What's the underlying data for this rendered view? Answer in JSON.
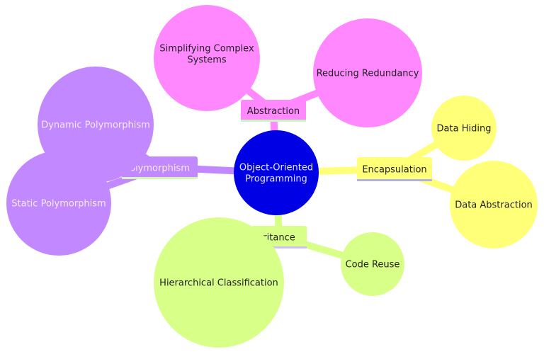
{
  "diagram": {
    "type": "mindmap",
    "root": {
      "label_lines": [
        "Object-Oriented",
        "Programming"
      ],
      "fill": "#0000e5",
      "text_color": "#e8e8ff"
    },
    "branches": [
      {
        "id": "abstraction",
        "label": "Abstraction",
        "fill": "#ff88ff",
        "underline": "#c8f5c0",
        "text_color": "#222222",
        "children": [
          {
            "id": "simplifying",
            "label_lines": [
              "Simplifying Complex",
              "Systems"
            ]
          },
          {
            "id": "reducing",
            "label_lines": [
              "Reducing Redundancy"
            ]
          }
        ]
      },
      {
        "id": "encapsulation",
        "label": "Encapsulation",
        "fill": "#ffff78",
        "underline": "#b0b0ee",
        "text_color": "#222222",
        "children": [
          {
            "id": "data-hiding",
            "label_lines": [
              "Data Hiding"
            ]
          },
          {
            "id": "data-abstraction",
            "label_lines": [
              "Data Abstraction"
            ]
          }
        ]
      },
      {
        "id": "inheritance",
        "label": "ritance",
        "fill": "#d8ff88",
        "underline": "#d0c0ff",
        "text_color": "#222222",
        "children": [
          {
            "id": "code-reuse",
            "label_lines": [
              "Code Reuse"
            ]
          },
          {
            "id": "hierarchical",
            "label_lines": [
              "Hierarchical Classification"
            ]
          }
        ]
      },
      {
        "id": "polymorphism",
        "label": "olymorphism",
        "fill": "#c288ff",
        "underline": "#d8f5b8",
        "text_color": "#f4eaff",
        "children": [
          {
            "id": "dynamic",
            "label_lines": [
              "Dynamic Polymorphism"
            ]
          },
          {
            "id": "static",
            "label_lines": [
              "Static Polymorphism"
            ]
          }
        ]
      }
    ]
  }
}
